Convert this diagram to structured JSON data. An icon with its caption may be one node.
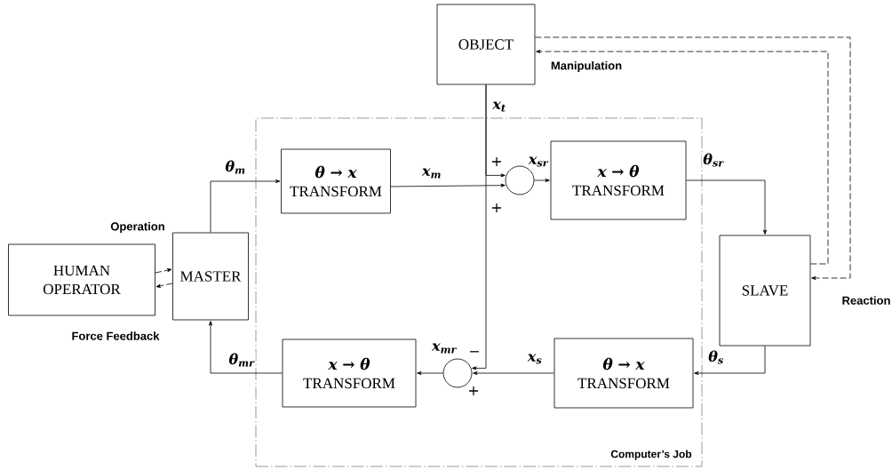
{
  "diagram": {
    "nodes": [
      {
        "text": [
          "OBJECT"
        ]
      },
      {
        "text": [
          "Computer’s Job"
        ]
      },
      {
        "text": [
          "HUMAN OPERATOR"
        ]
      },
      {
        "text": [
          "MASTER"
        ]
      },
      {
        "text": [
          "θ → x",
          "TRANSFORM"
        ],
        "in": 1
      },
      {
        "text": [],
        "shape": "circle",
        "in": 1
      },
      {
        "text": [
          "x → θ",
          "TRANSFORM"
        ],
        "in": 1
      },
      {
        "text": [
          "SLAVE"
        ]
      },
      {
        "text": [
          "θ → x",
          "TRANSFORM"
        ],
        "in": 1
      },
      {
        "text": [],
        "shape": "circle",
        "in": 1
      },
      {
        "text": [
          "x → θ",
          "TRANSFORM"
        ],
        "in": 1
      }
    ],
    "edges": [
      {
        "from": 3,
        "to": 4,
        "arrow": "to",
        "label": "θ$_{m}$"
      },
      {
        "from": 4,
        "to": 5,
        "arrow": "to",
        "label": "x$_{m}$"
      },
      {
        "from": 0,
        "to": 5,
        "arrow": "to",
        "label": "x$_{t}$"
      },
      {
        "from": 0,
        "to": 9,
        "arrow": "to"
      },
      {
        "from": 5,
        "to": 6,
        "arrow": "to",
        "label": "x$_{sr}$"
      },
      {
        "from": 6,
        "to": 7,
        "arrow": "to",
        "label": "θ$_{sr}$"
      },
      {
        "from": 7,
        "to": 8,
        "arrow": "to",
        "label": "θ$_{s}$"
      },
      {
        "from": 8,
        "to": 9,
        "arrow": "to",
        "label": "x$_{s}$"
      },
      {
        "from": 9,
        "to": 10,
        "arrow": "to",
        "label": "x$_{mr}$"
      },
      {
        "from": 10,
        "to": 3,
        "arrow": "to",
        "label": "θ$_{mr}$"
      },
      {
        "from": 2,
        "to": 3,
        "arrow": "to",
        "style": "dashed",
        "label": "Operation"
      },
      {
        "from": 3,
        "to": 2,
        "arrow": "to",
        "style": "dashed",
        "label": "Force Feedback"
      },
      {
        "from": 7,
        "to": 0,
        "arrow": "to",
        "style": "dashed",
        "label": "Manipulation"
      },
      {
        "from": 0,
        "to": 7,
        "arrow": "to",
        "style": "dashed",
        "label": "Reaction"
      }
    ],
    "labels": [
      "+",
      "+",
      "−",
      "+"
    ]
  }
}
